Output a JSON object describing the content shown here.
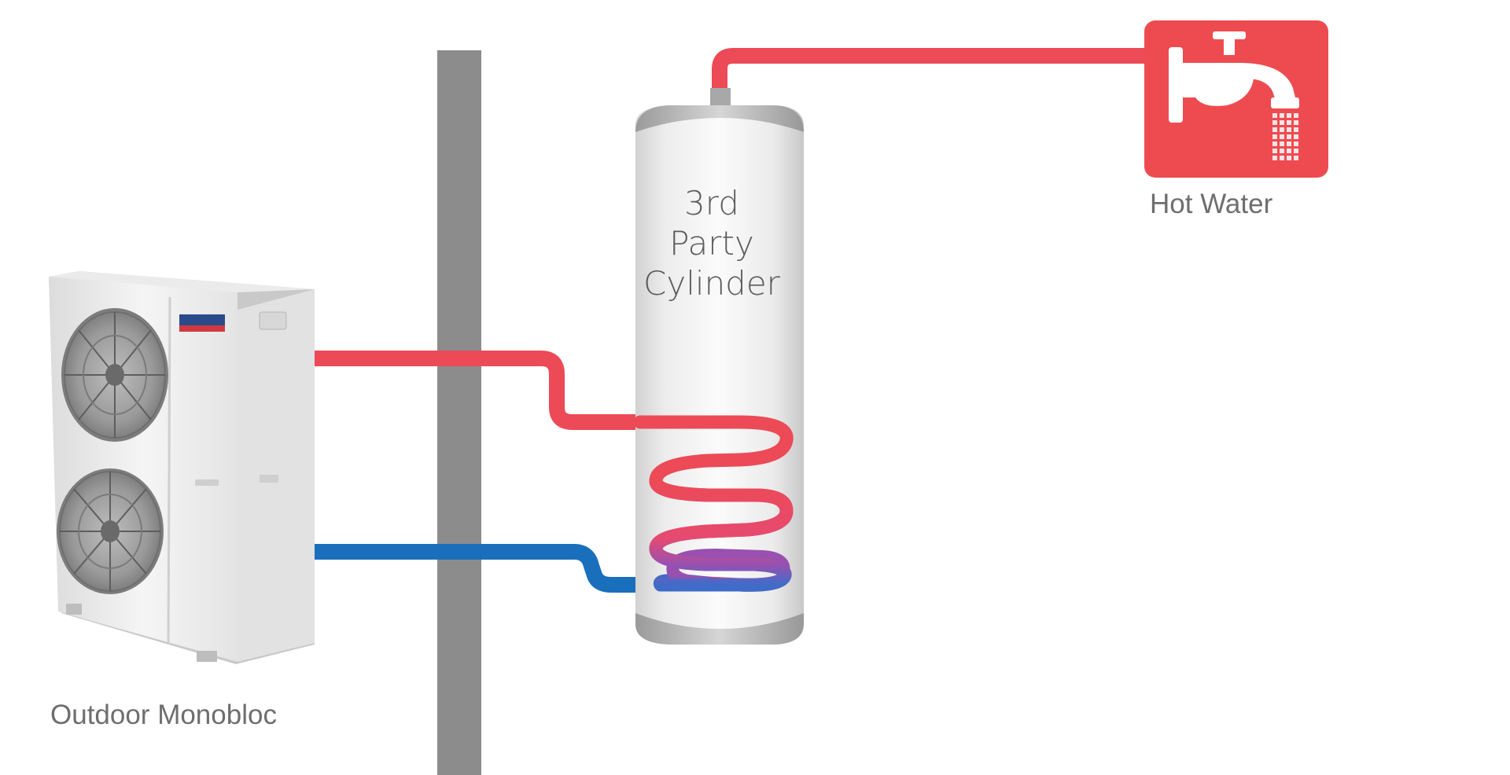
{
  "labels": {
    "outdoor_unit": "Outdoor Monobloc",
    "hot_water": "Hot Water",
    "cylinder_line1": "3rd",
    "cylinder_line2": "Party",
    "cylinder_line3": "Cylinder"
  },
  "colors": {
    "hot_pipe": "#ec4a56",
    "cold_pipe": "#1a6fbd",
    "wall": "#8c8c8c",
    "tap_background": "#ee4b50",
    "coil_mid": "#a04aa8"
  },
  "icons": {
    "outdoor_unit": "heat-pump-unit-icon",
    "tap": "water-tap-icon",
    "cylinder": "water-cylinder-icon"
  }
}
